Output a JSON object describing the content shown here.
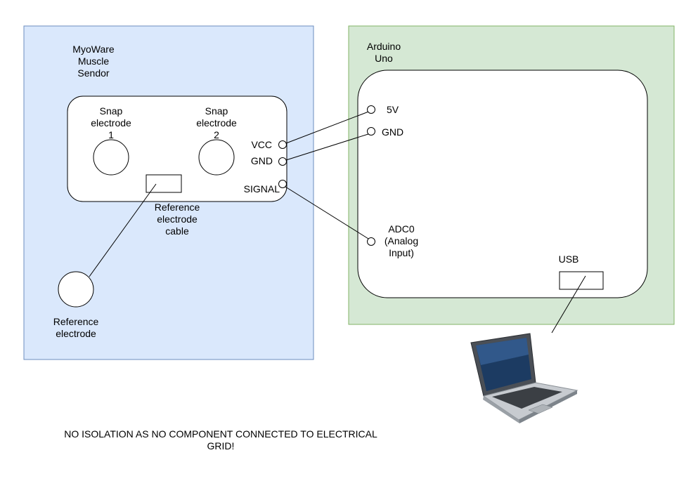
{
  "myoware": {
    "title": "MyoWare\nMuscle\nSendor",
    "snap1": "Snap\nelectrode\n1",
    "snap2": "Snap\nelectrode\n2",
    "vcc": "VCC",
    "gnd": "GND",
    "signal": "SIGNAL",
    "ref_cable": "Reference\nelectrode\ncable",
    "ref_electrode": "Reference\nelectrode",
    "panel_color": "#dae8fc",
    "panel_border": "#6c8ebf"
  },
  "arduino": {
    "title": "Arduino\nUno",
    "pin_5v": "5V",
    "pin_gnd": "GND",
    "pin_adc": "ADC0\n(Analog\nInput)",
    "usb": "USB",
    "panel_color": "#d5e8d4",
    "panel_border": "#82b366"
  },
  "laptop": {
    "icon": "laptop-icon"
  },
  "note": "NO ISOLATION AS NO COMPONENT CONNECTED TO ELECTRICAL\nGRID!"
}
